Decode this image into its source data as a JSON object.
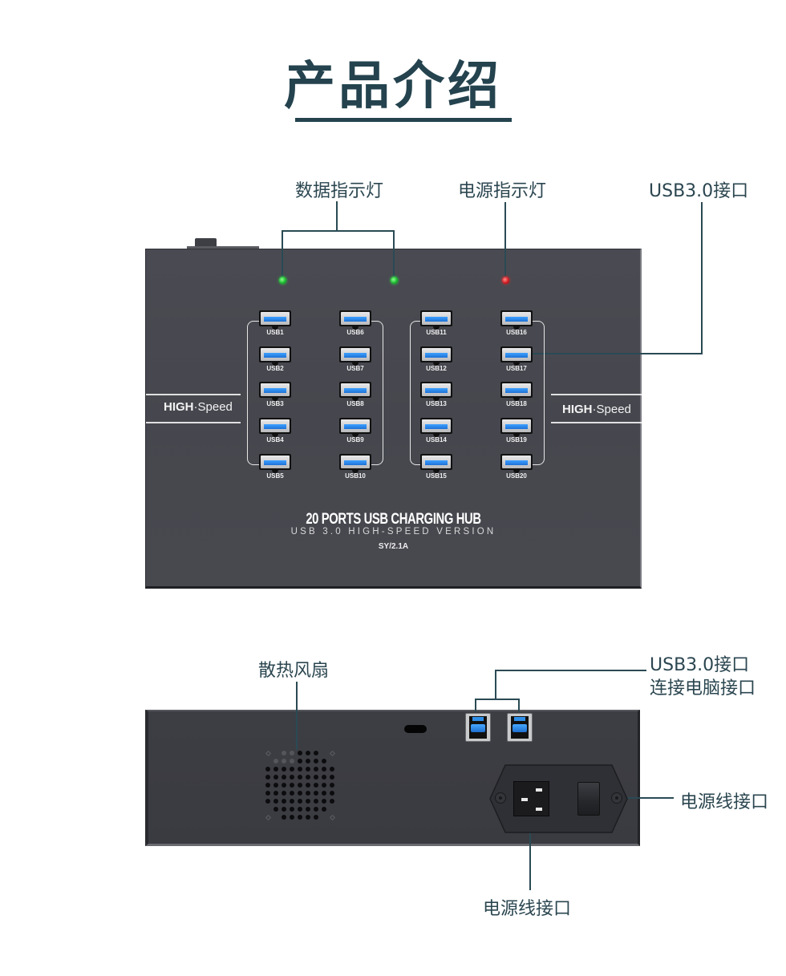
{
  "header": {
    "title": "产品介绍"
  },
  "front_view": {
    "callouts": {
      "data_led": "数据指示灯",
      "power_led": "电源指示灯",
      "usb_port": "USB3.0接口"
    },
    "leds": [
      {
        "type": "data",
        "color": "#1eb82c"
      },
      {
        "type": "data",
        "color": "#1eb82c"
      },
      {
        "type": "power",
        "color": "#d0151b"
      }
    ],
    "ports": [
      "USB1",
      "USB2",
      "USB3",
      "USB4",
      "USB5",
      "USB6",
      "USB7",
      "USB8",
      "USB9",
      "USB10",
      "USB11",
      "USB12",
      "USB13",
      "USB14",
      "USB15",
      "USB16",
      "USB17",
      "USB18",
      "USB19",
      "USB20"
    ],
    "high_speed_left": {
      "bold": "HIGH",
      "dot": "·",
      "rest": "Speed"
    },
    "high_speed_right": {
      "bold": "HIGH",
      "dot": "·",
      "rest": "Speed"
    },
    "brand_title": "20 PORTS USB CHARGING HUB",
    "brand_subtitle": "USB 3.0 HIGH-SPEED VERSION",
    "model": "SY/2.1A"
  },
  "back_view": {
    "callouts": {
      "fan": "散热风扇",
      "usb_upstream_line1": "USB3.0接口",
      "usb_upstream_line2": "连接电脑接口",
      "power_right": "电源线接口",
      "power_bottom": "电源线接口"
    }
  },
  "colors": {
    "accent": "#24434e",
    "device_body": "#47484f",
    "usb_blue": "#2f8fe8"
  }
}
